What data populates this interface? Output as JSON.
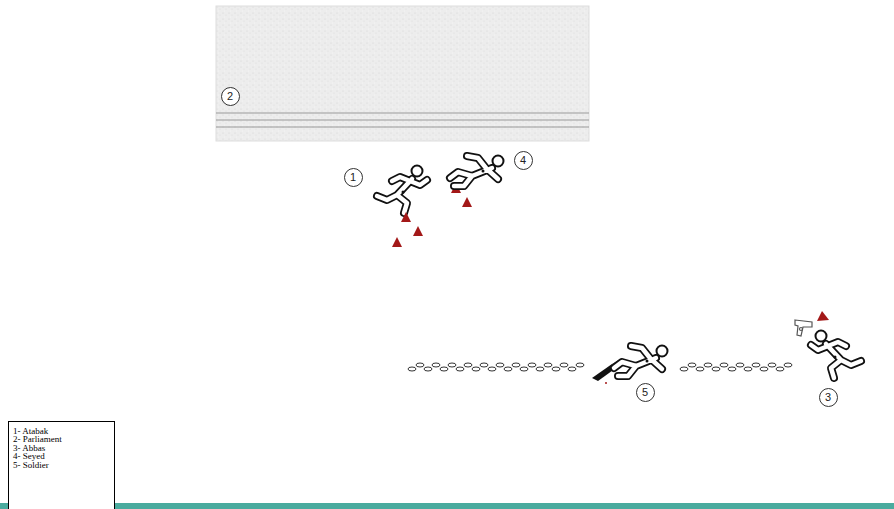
{
  "diagram": {
    "nodes": [
      {
        "text": [
          "2"
        ]
      },
      {
        "text": [
          "1"
        ]
      },
      {
        "text": [
          "4"
        ]
      },
      {
        "text": [
          "5"
        ]
      },
      {
        "text": [
          "3"
        ]
      },
      {
        "text": [
          "1- Atabak",
          "2- Parliament",
          "3- Abbas",
          "4- Seyed",
          "5- Soldier"
        ]
      }
    ]
  }
}
